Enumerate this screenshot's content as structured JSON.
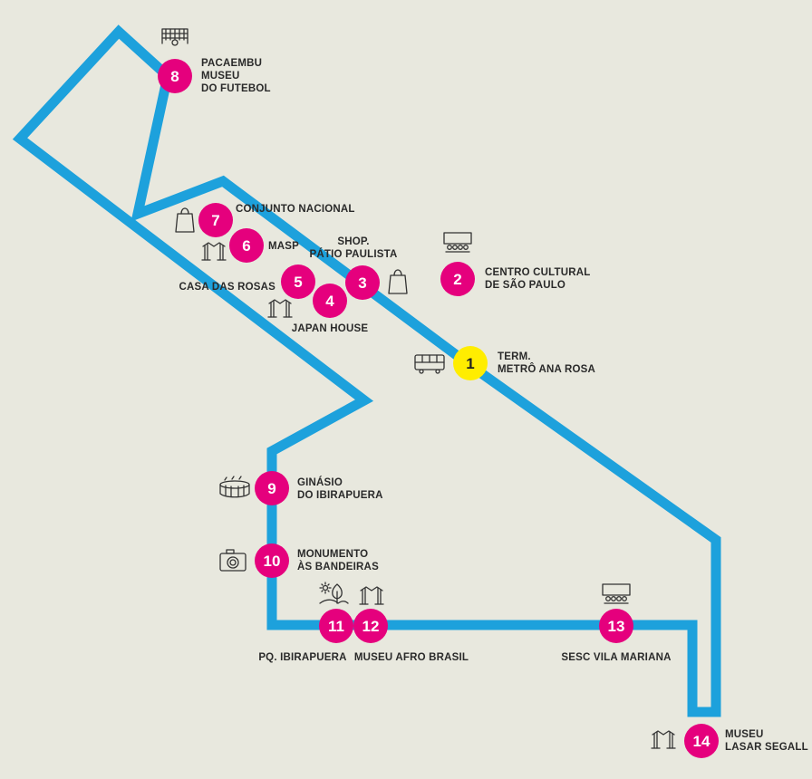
{
  "colors": {
    "background": "#e8e8de",
    "route": "#1da1dc",
    "stop": "#e5007d",
    "start_stop": "#ffed00",
    "icon": "#333333",
    "label": "#2a2a2a"
  },
  "stops": [
    {
      "number": "1",
      "label_lines": [
        "TERM.",
        "METRÔ ANA ROSA"
      ],
      "icon": "bus-icon",
      "is_start": true
    },
    {
      "number": "2",
      "label_lines": [
        "CENTRO CULTURAL",
        "DE SÃO PAULO"
      ],
      "icon": "theater-icon"
    },
    {
      "number": "3",
      "label_lines": [
        "SHOP.",
        "PÁTIO PAULISTA"
      ],
      "icon": "shopping-bag-icon"
    },
    {
      "number": "4",
      "label_lines": [
        "JAPAN HOUSE"
      ],
      "icon": "museum-icon"
    },
    {
      "number": "5",
      "label_lines": [
        "CASA DAS ROSAS"
      ],
      "icon": null
    },
    {
      "number": "6",
      "label_lines": [
        "MASP"
      ],
      "icon": "museum-icon"
    },
    {
      "number": "7",
      "label_lines": [
        "CONJUNTO NACIONAL"
      ],
      "icon": "shopping-bag-icon"
    },
    {
      "number": "8",
      "label_lines": [
        "PACAEMBU",
        "MUSEU",
        "DO FUTEBOL"
      ],
      "icon": "soccer-goal-icon"
    },
    {
      "number": "9",
      "label_lines": [
        "GINÁSIO",
        "DO IBIRAPUERA"
      ],
      "icon": "stadium-icon"
    },
    {
      "number": "10",
      "label_lines": [
        "MONUMENTO",
        "ÀS BANDEIRAS"
      ],
      "icon": "camera-icon"
    },
    {
      "number": "11",
      "label_lines": [
        "PQ. IBIRAPUERA"
      ],
      "icon": "park-icon"
    },
    {
      "number": "12",
      "label_lines": [
        "MUSEU AFRO BRASIL"
      ],
      "icon": "museum-icon"
    },
    {
      "number": "13",
      "label_lines": [
        "SESC VILA MARIANA"
      ],
      "icon": "theater-icon"
    },
    {
      "number": "14",
      "label_lines": [
        "MUSEU",
        "LASAR SEGALL"
      ],
      "icon": "museum-icon"
    }
  ]
}
